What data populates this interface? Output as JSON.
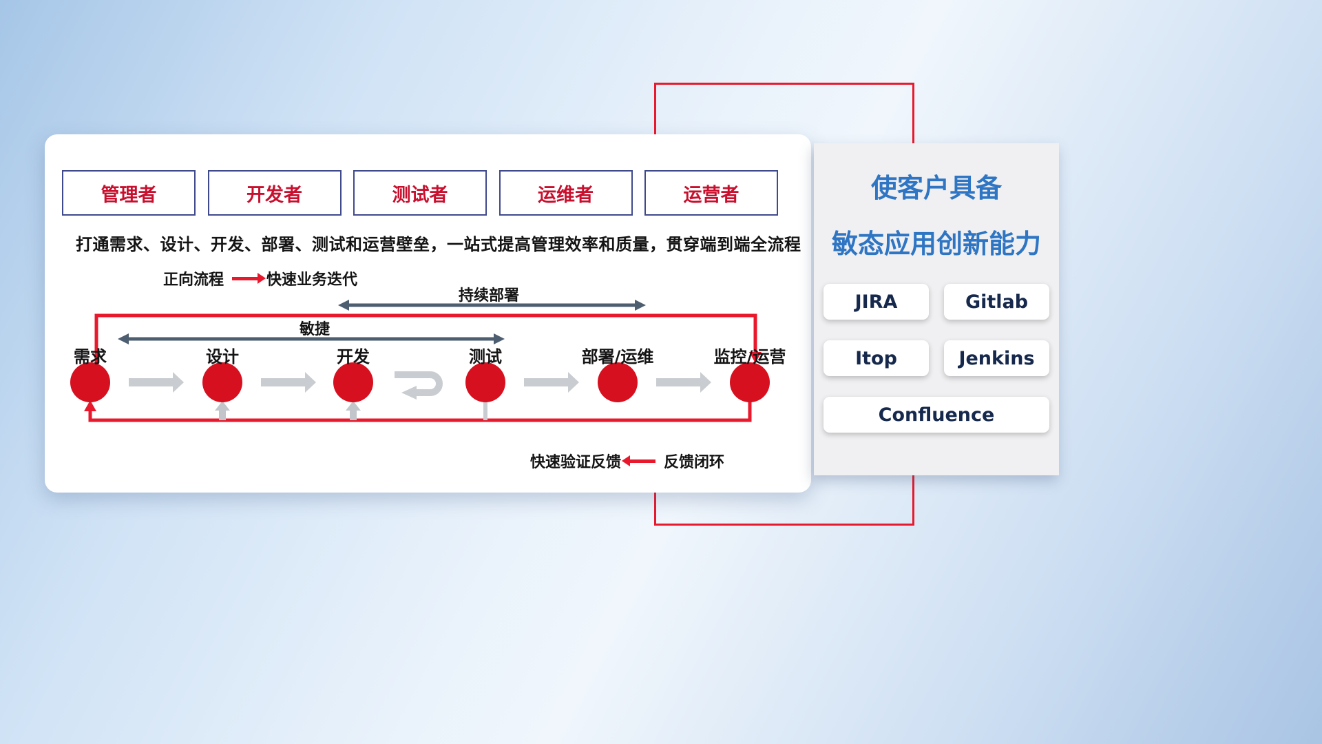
{
  "card": {
    "roles": [
      "管理者",
      "开发者",
      "测试者",
      "运维者",
      "运营者"
    ],
    "subtitle": "打通需求、设计、开发、部署、测试和运营壁垒，一站式提高管理效率和质量，贯穿端到端全流程",
    "legend_forward": {
      "label": "正向流程",
      "desc": "快速业务迭代"
    },
    "legend_feedback": {
      "label": "快速验证反馈",
      "desc": "反馈闭环"
    },
    "span_arrows": {
      "agile": "敏捷",
      "continuous_deploy": "持续部署"
    },
    "stages": [
      "需求",
      "设计",
      "开发",
      "测试",
      "部署/运维",
      "监控/运营"
    ]
  },
  "panel": {
    "title_line1": "使客户具备",
    "title_line2": "敏态应用创新能力",
    "tools": [
      "JIRA",
      "Gitlab",
      "Itop",
      "Jenkins",
      "Confluence"
    ]
  },
  "colors": {
    "accent_red": "#e8192c",
    "circle_red": "#d6101f",
    "role_text_red": "#c8102e",
    "role_border_navy": "#3f4a8c",
    "panel_title_blue": "#2e75c3",
    "dark_span_arrow": "#4d5e70",
    "gray_flow_arrow": "#c9cdd1",
    "tool_text_navy": "#16294d"
  }
}
